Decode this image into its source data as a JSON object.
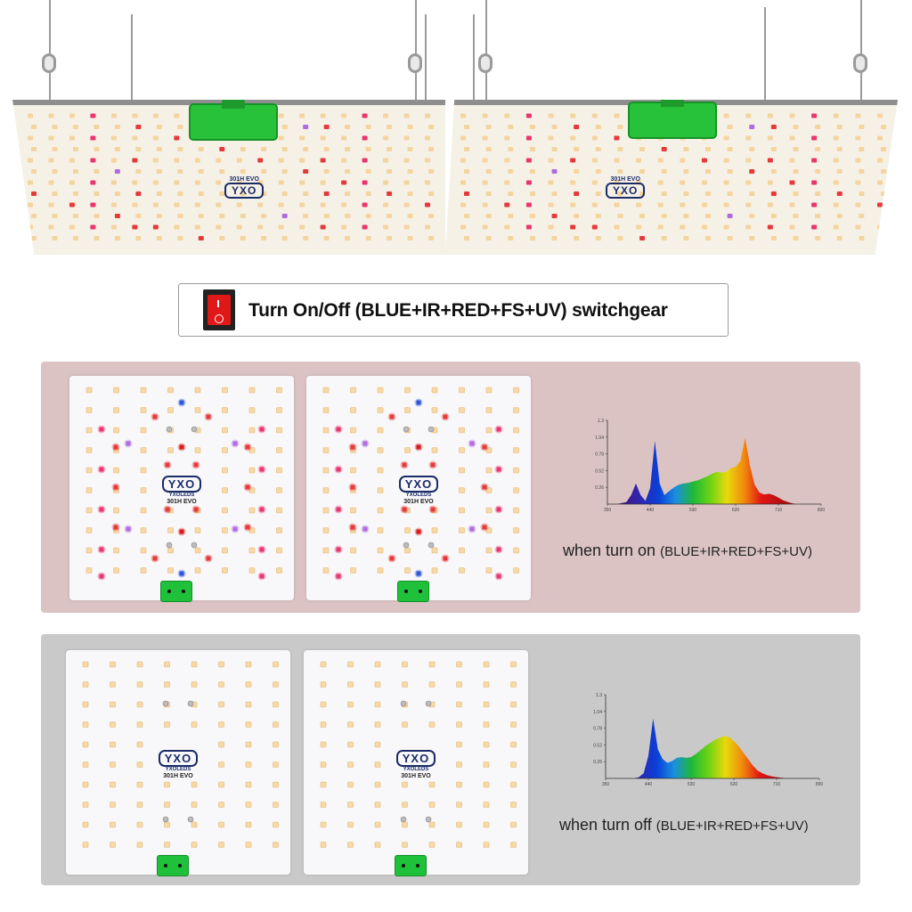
{
  "top_panels": {
    "brand": "YXO",
    "model": "301H EVO"
  },
  "switch_caption": {
    "icon": "rocker-switch-icon",
    "text": "Turn On/Off (BLUE+IR+RED+FS+UV) switchgear"
  },
  "panels": {
    "brand": "YXO",
    "brand_sub": "YXOLEDS",
    "model": "301H EVO"
  },
  "on_section": {
    "label_main": "when turn on ",
    "label_spec": "(BLUE+IR+RED+FS+UV)",
    "background": "#dbc3c3"
  },
  "off_section": {
    "label_main": "when turn off ",
    "label_spec": "(BLUE+IR+RED+FS+UV)",
    "background": "#c9c9c9"
  },
  "chart_data": [
    {
      "type": "area",
      "x_ticks": [
        "350",
        "440",
        "530",
        "620",
        "710",
        "800"
      ],
      "y_ticks": [
        "0.26",
        "0.52",
        "0.78",
        "1.04",
        "1.3"
      ],
      "xlim": [
        350,
        800
      ],
      "ylim": [
        0,
        1.3
      ],
      "x": [
        350,
        370,
        390,
        400,
        410,
        420,
        430,
        440,
        450,
        460,
        470,
        480,
        490,
        500,
        510,
        520,
        530,
        540,
        550,
        560,
        570,
        580,
        590,
        600,
        610,
        620,
        630,
        640,
        650,
        660,
        670,
        680,
        690,
        700,
        710,
        720,
        730,
        740,
        750,
        760,
        770,
        780,
        790,
        800
      ],
      "y": [
        0,
        0,
        0.03,
        0.14,
        0.32,
        0.14,
        0.05,
        0.25,
        0.98,
        0.32,
        0.14,
        0.2,
        0.26,
        0.3,
        0.32,
        0.33,
        0.35,
        0.37,
        0.4,
        0.43,
        0.47,
        0.5,
        0.49,
        0.5,
        0.56,
        0.58,
        0.67,
        1.03,
        0.6,
        0.3,
        0.18,
        0.15,
        0.16,
        0.14,
        0.1,
        0.06,
        0.03,
        0.01,
        0,
        0,
        0,
        0,
        0,
        0
      ],
      "grid": false
    },
    {
      "type": "area",
      "x_ticks": [
        "350",
        "440",
        "530",
        "620",
        "710",
        "800"
      ],
      "y_ticks": [
        "0.26",
        "0.52",
        "0.78",
        "1.04",
        "1.3"
      ],
      "xlim": [
        350,
        800
      ],
      "ylim": [
        0,
        1.3
      ],
      "x": [
        350,
        370,
        390,
        410,
        420,
        430,
        440,
        450,
        460,
        470,
        480,
        490,
        500,
        510,
        520,
        530,
        540,
        550,
        560,
        570,
        580,
        590,
        600,
        610,
        620,
        630,
        640,
        650,
        660,
        670,
        680,
        690,
        700,
        710,
        720,
        730,
        740,
        760,
        780,
        800
      ],
      "y": [
        0,
        0,
        0,
        0,
        0.02,
        0.08,
        0.35,
        0.93,
        0.45,
        0.3,
        0.24,
        0.27,
        0.32,
        0.33,
        0.32,
        0.33,
        0.38,
        0.44,
        0.5,
        0.55,
        0.6,
        0.63,
        0.66,
        0.64,
        0.58,
        0.5,
        0.4,
        0.3,
        0.2,
        0.12,
        0.08,
        0.05,
        0.03,
        0.02,
        0.01,
        0,
        0,
        0,
        0,
        0
      ],
      "grid": false
    }
  ]
}
